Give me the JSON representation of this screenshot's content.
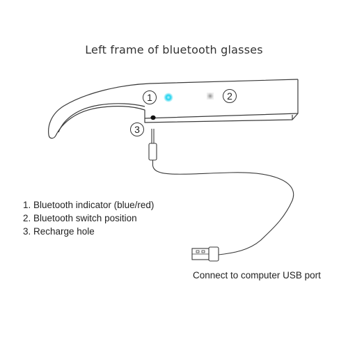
{
  "title": "Left frame of bluetooth glasses",
  "callouts": {
    "indicator": "1",
    "switch": "2",
    "recharge": "3"
  },
  "legend": [
    "1. Bluetooth indicator (blue/red)",
    "2. Bluetooth switch position",
    "3. Recharge hole"
  ],
  "usb_caption": "Connect to computer USB port",
  "colors": {
    "line": "#3a3a3a",
    "indicator_glow": "#22d3ee",
    "switch_mark": "#9a9a9a"
  },
  "icons": [
    "bluetooth-indicator-light",
    "switch-mark",
    "recharge-hole",
    "usb-cable",
    "usb-plug"
  ]
}
